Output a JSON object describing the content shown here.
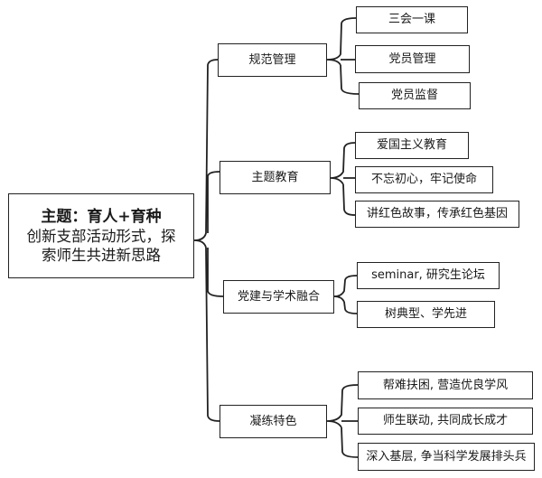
{
  "root": {
    "line1": "主题：育人+育种",
    "line2": "创新支部活动形式，探",
    "line3": "索师生共进新思路"
  },
  "branches": [
    {
      "label": "规范管理",
      "children": [
        "三会一课",
        "党员管理",
        "党员监督"
      ]
    },
    {
      "label": "主题教育",
      "children": [
        "爱国主义教育",
        "不忘初心，牢记使命",
        "讲红色故事，传承红色基因"
      ]
    },
    {
      "label": "党建与学术融合",
      "children": [
        "seminar, 研究生论坛",
        "树典型、学先进"
      ]
    },
    {
      "label": "凝练特色",
      "children": [
        "帮难扶困, 营造优良学风",
        "师生联动, 共同成长成才",
        "深入基层, 争当科学发展排头兵"
      ]
    }
  ]
}
